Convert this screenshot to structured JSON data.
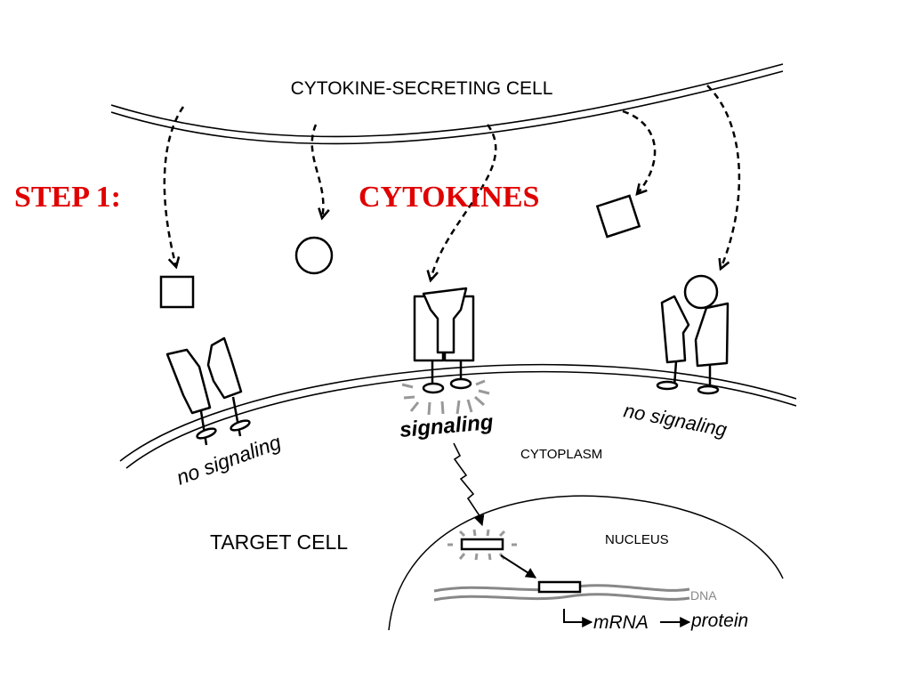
{
  "labels": {
    "secreting_cell": "CYTOKINE-SECRETING CELL",
    "step": "STEP 1:",
    "cytokines": "CYTOKINES",
    "no_signaling_left": "no signaling",
    "signaling": "signaling",
    "no_signaling_right": "no signaling",
    "cytoplasm": "CYTOPLASM",
    "target_cell": "TARGET CELL",
    "nucleus": "NUCLEUS",
    "dna": "DNA",
    "mrna": "mRNA",
    "protein": "protein"
  },
  "colors": {
    "step_label": "#e00000",
    "line": "#000000",
    "dna": "#888888",
    "glow": "#999999",
    "background": "#ffffff"
  }
}
